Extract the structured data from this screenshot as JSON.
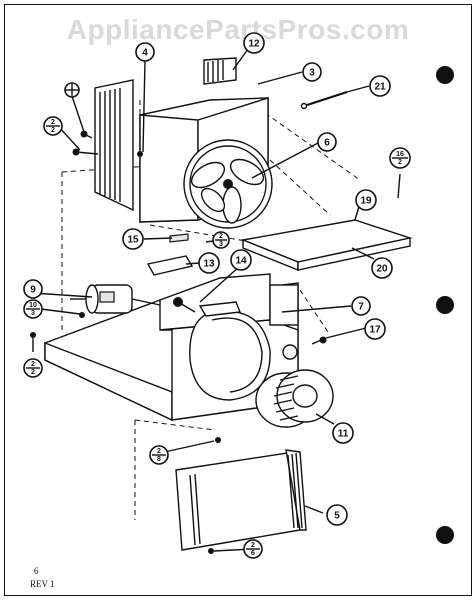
{
  "watermark": "AppliancePartsPros.com",
  "page_number": "6",
  "revision": "REV 1",
  "callouts": {
    "c3": "3",
    "c4": "4",
    "c5": "5",
    "c6": "6",
    "c7": "7",
    "c9": "9",
    "c11": "11",
    "c12": "12",
    "c13": "13",
    "c14": "14",
    "c15": "15",
    "c17": "17",
    "c19": "19",
    "c20": "20",
    "c21": "21"
  },
  "fractions": {
    "f2_2_left": {
      "num": "2",
      "den": "2"
    },
    "f2_2_lower": {
      "num": "2",
      "den": "2"
    },
    "f2_3_center": {
      "num": "2",
      "den": "3"
    },
    "f10_3": {
      "num": "10",
      "den": "3"
    },
    "f16_2": {
      "num": "16",
      "den": "2"
    },
    "f2_8": {
      "num": "2",
      "den": "8"
    },
    "f2_6": {
      "num": "2",
      "den": "6"
    }
  },
  "colors": {
    "ink": "#111111",
    "watermark": "#d9d9d9"
  }
}
